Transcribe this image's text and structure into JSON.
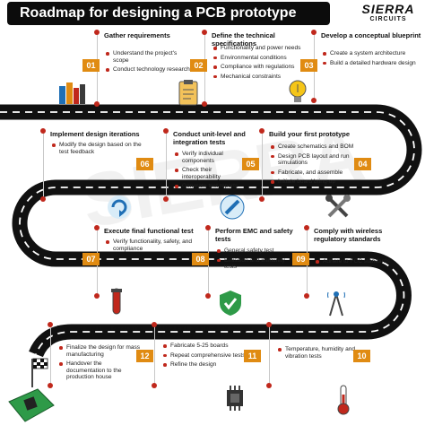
{
  "title": "Roadmap for designing a PCB prototype",
  "logo": {
    "top": "SIERRA",
    "bottom": "CIRCUITS"
  },
  "watermark": "SIERRA",
  "colors": {
    "accent_red": "#c0281c",
    "badge_orange": "#e08b12",
    "road": "#111111",
    "dash": "#ffffff",
    "title_bg": "#0c0c0c"
  },
  "steps": [
    {
      "num": "01",
      "title": "Gather requirements",
      "items": [
        "Understand the project's scope",
        "Conduct technology research"
      ],
      "icon": "books-icon"
    },
    {
      "num": "02",
      "title": "Define the technical specifications",
      "items": [
        "Functionality and power needs",
        "Environmental conditions",
        "Compliance with regulations",
        "Mechanical constraints"
      ],
      "icon": "clipboard-icon"
    },
    {
      "num": "03",
      "title": "Develop a conceptual blueprint",
      "items": [
        "Create a system architecture",
        "Build a detailed hardware design"
      ],
      "icon": "idea-bulb-icon"
    },
    {
      "num": "04",
      "title": "Build your first prototype",
      "items": [
        "Create schematics and BOM",
        "Design PCB layout and run simulations",
        "Fabricate, and assemble",
        "Initiate board bring-up"
      ],
      "icon": "tools-icon"
    },
    {
      "num": "05",
      "title": "Conduct unit-level and integration tests",
      "items": [
        "Verify individual components",
        "Check their interoperability",
        "Generate test reports"
      ],
      "icon": "syringe-icon"
    },
    {
      "num": "06",
      "title": "Implement design iterations",
      "items": [
        "Modify the design based on the test feedback"
      ],
      "icon": "refresh-icon"
    },
    {
      "num": "07",
      "title": "Execute final functional test",
      "items": [
        "Verify functionality, safety, and compliance"
      ],
      "icon": "test-tube-icon"
    },
    {
      "num": "08",
      "title": "Perform EMC and safety tests",
      "items": [
        "General safety test",
        "Emission and immunity tests"
      ],
      "icon": "shield-check-icon"
    },
    {
      "num": "09",
      "title": "Comply with wireless regulatory standards",
      "items": [
        "Adhere to FCC standards"
      ],
      "icon": "antenna-icon"
    },
    {
      "num": "10",
      "title": "Carry out environmental tests",
      "items": [
        "Temperature, humidity and vibration tests"
      ],
      "icon": "thermometer-icon"
    },
    {
      "num": "11",
      "title": "Use EVT samples for design validation",
      "items": [
        "Fabricate 5-25 boards",
        "Repeat comprehensive tests",
        "Refine the design"
      ],
      "icon": "chip-icon"
    },
    {
      "num": "12",
      "title": "Transfer the final design to production",
      "items": [
        "Finalize the design for mass manufacturing",
        "Handover the documentation to the production house"
      ],
      "icon": "pcb-flag-icon"
    }
  ]
}
